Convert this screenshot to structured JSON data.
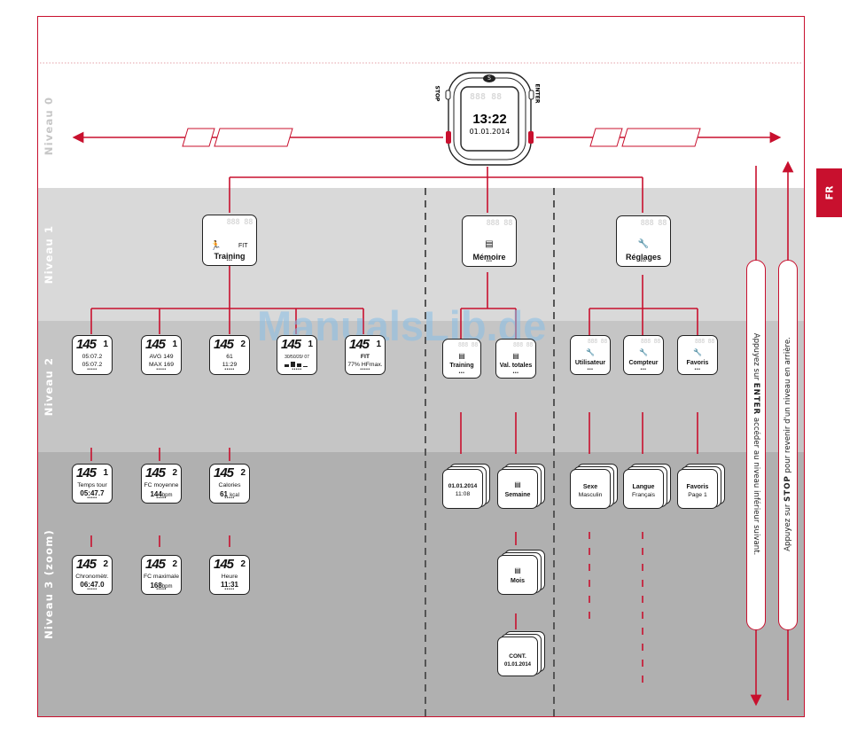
{
  "tab": "FR",
  "watermark": "ManualsLib.de",
  "levels": [
    "Niveau 0",
    "Niveau 1",
    "Niveau 2",
    "Niveau 3 (zoom)"
  ],
  "device": {
    "button_left": "STOP",
    "button_right": "ENTER",
    "time": "13:22",
    "date": "01.01.2014"
  },
  "level1": {
    "training": {
      "label": "Training",
      "tag": "FIT"
    },
    "memoire": {
      "label": "Mémoire"
    },
    "reglages": {
      "label": "Réglages"
    }
  },
  "level2": {
    "training_screens": [
      {
        "num": "145",
        "digit": "1",
        "l1": "05:07.2",
        "l2": "05:07.2"
      },
      {
        "num": "145",
        "digit": "1",
        "l1": "AVG 149",
        "l2": "MAX 169"
      },
      {
        "num": "145",
        "digit": "2",
        "l1": "61",
        "l2": "11:29"
      },
      {
        "num": "145",
        "digit": "1",
        "l1": "30/50/20/ 07",
        "l2": ""
      },
      {
        "num": "145",
        "digit": "1",
        "l1": "FIT",
        "l2": "77% HFmax."
      }
    ],
    "memoire_items": [
      "Training",
      "Val. totales"
    ],
    "reglages_items": [
      "Utilisateur",
      "Compteur",
      "Favoris"
    ]
  },
  "level3": {
    "training_row1": [
      {
        "num": "145",
        "digit": "1",
        "label": "Temps tour",
        "value": "05:47.7"
      },
      {
        "num": "145",
        "digit": "2",
        "label": "FC moyenne",
        "value": "144",
        "unit": "bpm"
      },
      {
        "num": "145",
        "digit": "2",
        "label": "Calories",
        "value": "61",
        "unit": "kcal"
      }
    ],
    "training_row2": [
      {
        "num": "145",
        "digit": "2",
        "label": "Chronomètr.",
        "value": "06:47.0"
      },
      {
        "num": "145",
        "digit": "2",
        "label": "FC maximale",
        "value": "168",
        "unit": "bpm"
      },
      {
        "num": "145",
        "digit": "2",
        "label": "Heure",
        "value": "11:31"
      }
    ],
    "memoire_training": {
      "date": "01.01.2014",
      "time": "11:08"
    },
    "memoire_totals": [
      "Semaine",
      "Mois",
      "CONT.",
      "01.01.2014"
    ],
    "reglages": [
      {
        "label": "Sexe",
        "value": "Masculin"
      },
      {
        "label": "Langue",
        "value": "Français"
      },
      {
        "label": "Favoris",
        "value": "Page 1"
      }
    ]
  },
  "side_text": {
    "enter_pre": "Appuyez sur",
    "enter_key": "ENTER",
    "enter_post": "accéder au niveau inférieur suivant.",
    "stop_pre": "Appuyez sur",
    "stop_key": "STOP",
    "stop_post": "pour revenir d'un niveau en arrière."
  },
  "colors": {
    "accent": "#c8102e",
    "level1_bg": "#d9d9d9",
    "level2_bg": "#c5c5c5",
    "level3_bg": "#b0b0b0"
  }
}
